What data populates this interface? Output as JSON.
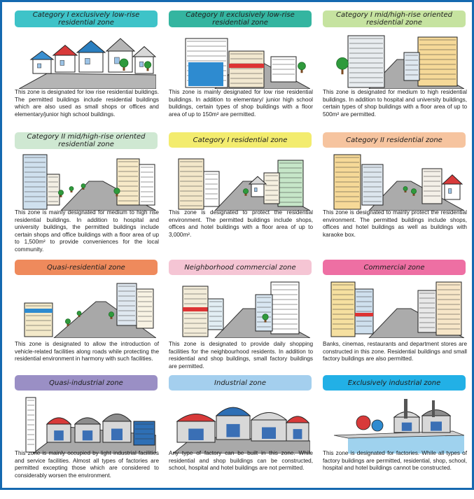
{
  "zones": [
    {
      "title": "Category I exclusively low-rise residential zone",
      "color": "#3ec3c8",
      "text": "This zone is designated for low rise residential buildings. The permitted buildings include residential buildings which are also used as small shops or offices and elementary/junior high school buildings.",
      "illustration": "low-rise-houses"
    },
    {
      "title": "Category II exclusively low-rise residential zone",
      "color": "#34b5a0",
      "text": "This zone is mainly designated for low rise residential buildings. In addition to elementary/ junior high school buildings, certain types of shop buildings with a floor area of up to 150m² are permitted.",
      "illustration": "low-rise-shops"
    },
    {
      "title": "Category I mid/high-rise oriented residential zone",
      "color": "#c6e3a0",
      "text": "This zone is designated for medium to high residential buildings. In addition to hospital and university buildings, certain types of shop buildings with a floor area of up to 500m² are permitted.",
      "illustration": "mid-rise-street"
    },
    {
      "title": "Category II mid/high-rise oriented residential zone",
      "color": "#cfe8d2",
      "text": "This zone is mainly designated for medium to high rise residential buildings. In addition to hospital and university buildings, the permitted buildings include certain shops and office buildings with a floor area of up to 1,500m² to provide conveniences for the local community.",
      "illustration": "mid-rise-avenue"
    },
    {
      "title": "Category I residential zone",
      "color": "#f3ec6e",
      "text": "This zone is designated to protect the residential environment. The permitted buildings include shops, offices and hotel buildings with a floor area of up to 3,000m².",
      "illustration": "residential-street"
    },
    {
      "title": "Category II residential zone",
      "color": "#f6c49f",
      "text": "This zone is designated to mainly protect the residential environment. The permitted buildings include shops, offices and hotel buildings as well as buildings with karaoke box.",
      "illustration": "residential-buildings"
    },
    {
      "title": "Quasi-residential zone",
      "color": "#ef8a5c",
      "text": "This zone is designated to allow the introduction of vehicle-related facilities along roads while protecting the residential environment in harmony with such facilities.",
      "illustration": "road-facilities"
    },
    {
      "title": "Neighborhood commercial zone",
      "color": "#f5c5d4",
      "text": "This zone is designated to provide daily shopping facilities for the neighbourhood residents. In addition to residential and shop buildings, small factory buildings are permitted.",
      "illustration": "shopping-street"
    },
    {
      "title": "Commercial zone",
      "color": "#ee6fa3",
      "text": "Banks, cinemas, restaurants and department stores are constructed in this zone. Residential buildings and small factory buildings are also permitted.",
      "illustration": "commercial-street"
    },
    {
      "title": "Quasi-industrial zone",
      "color": "#9a8fc5",
      "text": "This zone is mainly occupied by light industrial facilities and service facilities. Almost all types of factories are permitted excepting those which are considered to considerably worsen the environment.",
      "illustration": "light-industry"
    },
    {
      "title": "Industrial zone",
      "color": "#a4cfee",
      "text": "Any type of factory can be built in this zone. While residential and shop buildings can be constructed, school, hospital and hotel buildings are not permitted.",
      "illustration": "factories"
    },
    {
      "title": "Exclusively industrial zone",
      "color": "#22b0e6",
      "text": "This zone is designated for factories. While all types of factory buildings are permitted, residential, shop, school, hospital and hotel buildings cannot be constructed.",
      "illustration": "industrial-port"
    }
  ]
}
